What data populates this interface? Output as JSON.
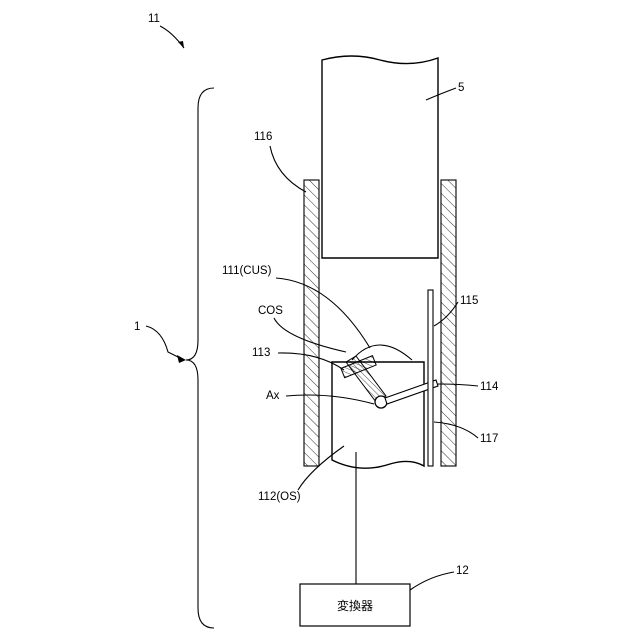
{
  "labels": {
    "figure_ref": "11",
    "system_ref": "1",
    "tube_ref": "5",
    "wall_ref": "116",
    "cup_ref": "111(CUS)",
    "cos_ref": "COS",
    "plate_ref": "113",
    "axis_ref": "Ax",
    "object_ref": "112(OS)",
    "rod_ref": "115",
    "pin_ref": "114",
    "slot_ref": "117",
    "converter_ref": "12",
    "converter_text": "変換器"
  }
}
